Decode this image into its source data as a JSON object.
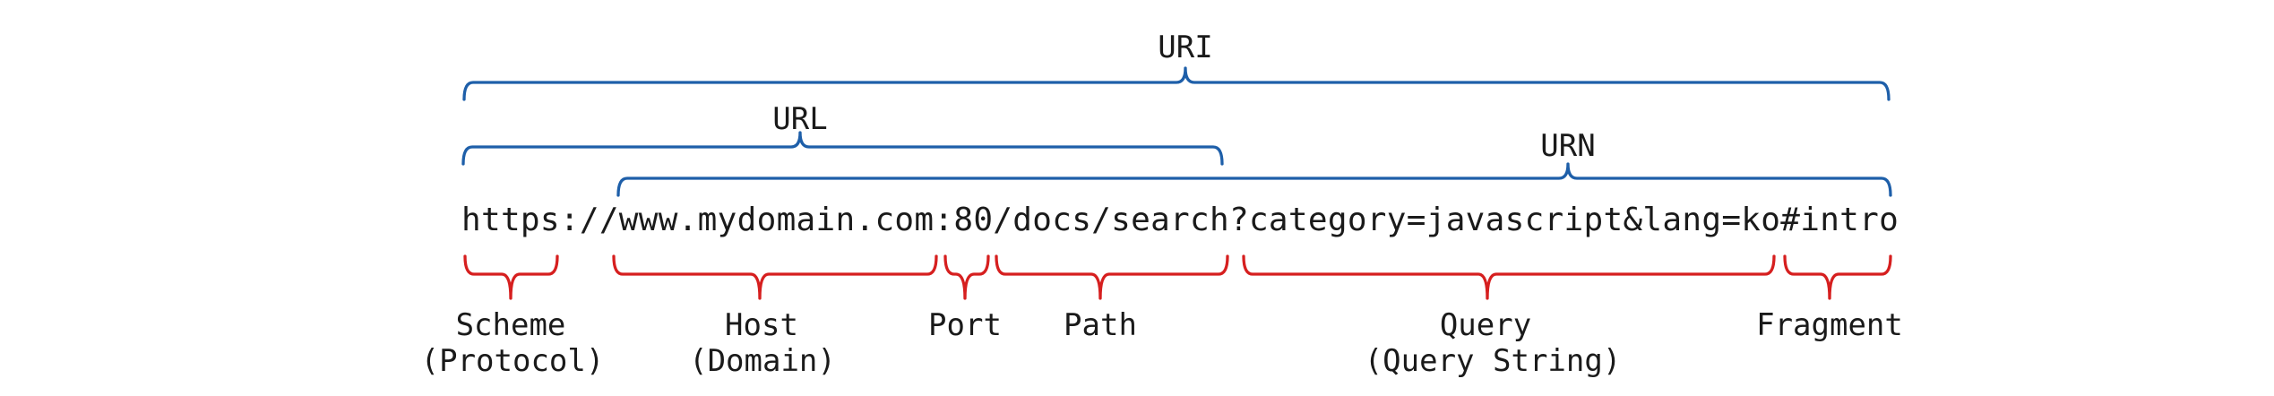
{
  "colors": {
    "top_brace": "#1e5fa9",
    "bottom_brace": "#d61f1f",
    "text": "#1a1a1a",
    "background": "#ffffff"
  },
  "url": {
    "full": "https://www.mydomain.com:80/docs/search?category=javascript&lang=ko#intro"
  },
  "top_braces": [
    {
      "label": "URI",
      "covers": "https://www.mydomain.com:80/docs/search?category=javascript&lang=ko#intro"
    },
    {
      "label": "URL",
      "covers": "https://www.mydomain.com:80/docs/search"
    },
    {
      "label": "URN",
      "covers": "www.mydomain.com:80/docs/search?category=javascript&lang=ko#intro"
    }
  ],
  "components": [
    {
      "label": "Scheme",
      "sublabel": "(Protocol)",
      "value": "https"
    },
    {
      "label": "Host",
      "sublabel": "(Domain)",
      "value": "www.mydomain.com"
    },
    {
      "label": "Port",
      "sublabel": "",
      "value": "80"
    },
    {
      "label": "Path",
      "sublabel": "",
      "value": "/docs/search"
    },
    {
      "label": "Query",
      "sublabel": "(Query String)",
      "value": "category=javascript&lang=ko"
    },
    {
      "label": "Fragment",
      "sublabel": "",
      "value": "intro"
    }
  ]
}
